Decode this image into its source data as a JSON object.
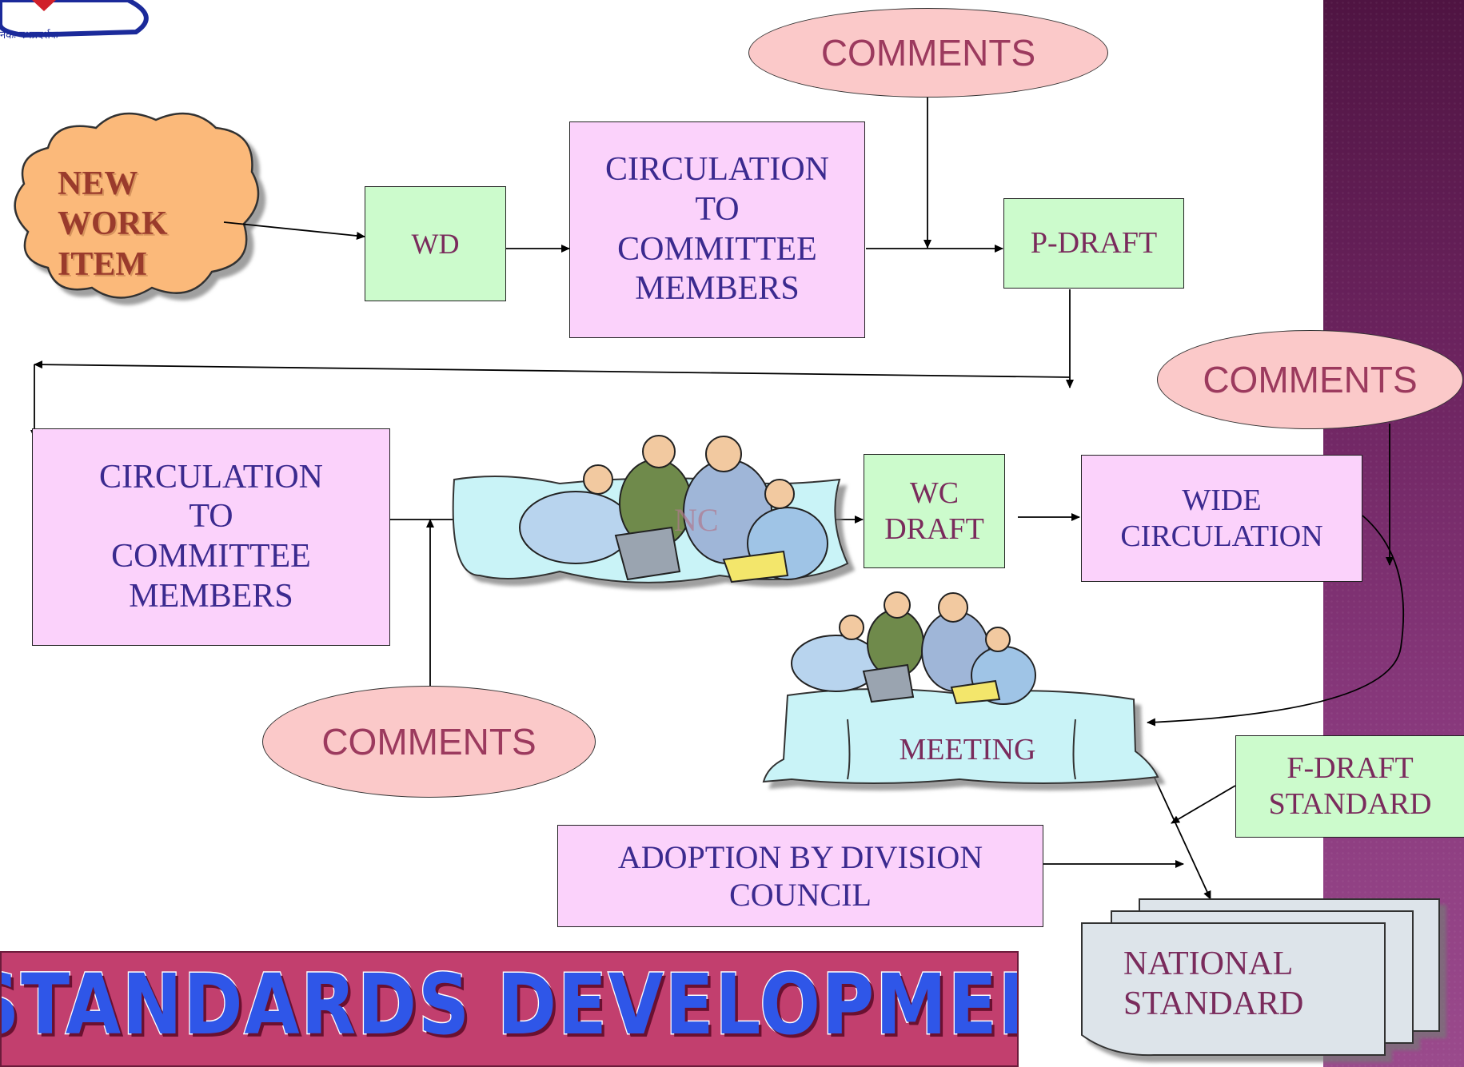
{
  "logo": {
    "caption": "नकः पथप्रदर्शक"
  },
  "nodes": {
    "new_work_item": "NEW\nWORK\nITEM",
    "wd": "WD",
    "circulation_top": "CIRCULATION\nTO\nCOMMITTEE\nMEMBERS",
    "p_draft": "P-DRAFT",
    "comments_top": "COMMENTS",
    "comments_right": "COMMENTS",
    "circulation_left": "CIRCULATION\nTO\nCOMMITTEE\nMEMBERS",
    "wc_draft": "WC\nDRAFT",
    "wide_circulation": "WIDE\nCIRCULATION",
    "comments_bottom": "COMMENTS",
    "meeting": "MEETING",
    "f_draft": "F-DRAFT\nSTANDARD",
    "adoption": "ADOPTION BY DIVISION\nCOUNCIL",
    "national_standard": "NATIONAL\nSTANDARD",
    "scroll_partial": "NC"
  },
  "banner": {
    "title": "STANDARDS DEVELOPMENT PROCESS"
  },
  "colors": {
    "pink_box": "#fbd2fb",
    "green_box": "#ccfbcc",
    "oval": "#fbc9c9",
    "cloud": "#fbb97a",
    "banner": "#c23f6e",
    "banner_text": "#2f56e8"
  }
}
